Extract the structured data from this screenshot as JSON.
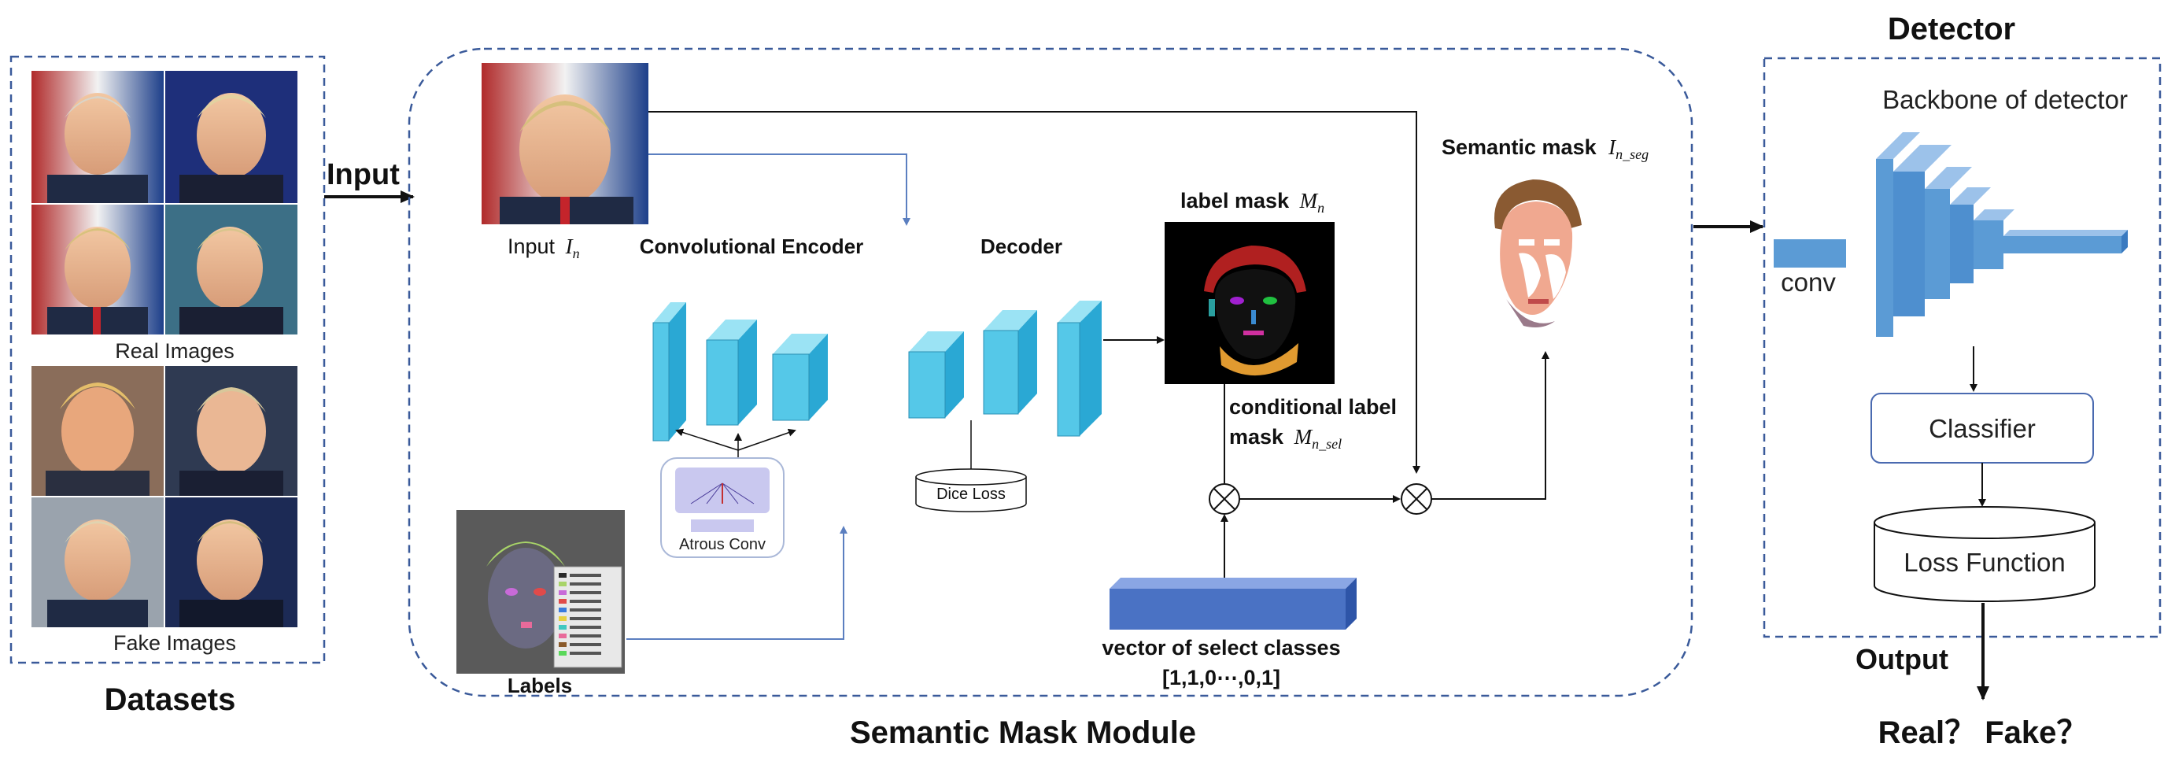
{
  "datasets": {
    "title": "Datasets",
    "real_caption": "Real Images",
    "fake_caption": "Fake Images"
  },
  "input_arrow_label": "Input",
  "module": {
    "title": "Semantic Mask Module",
    "input_label": "Input",
    "input_symbol": "I",
    "input_sub": "n",
    "encoder_label": "Convolutional Encoder",
    "atrous_label": "Atrous Conv",
    "decoder_label": "Decoder",
    "dice_label": "Dice Loss",
    "label_mask_text": "label mask",
    "label_mask_symbol": "M",
    "label_mask_sub": "n",
    "cond_line1": "conditional label",
    "cond_line2": "mask",
    "cond_symbol": "M",
    "cond_sub": "n_sel",
    "semantic_text": "Semantic mask",
    "semantic_symbol": "I",
    "semantic_sub": "n_seg",
    "labels_caption": "Labels",
    "vector_label": "vector of select classes",
    "vector_value": "[1,1,0⋯,0,1]"
  },
  "detector": {
    "title": "Detector",
    "backbone_label": "Backbone of detector",
    "conv_label": "conv",
    "classifier_label": "Classifier",
    "loss_label": "Loss Function",
    "output_label": "Output",
    "result_label": "Real？ Fake？"
  },
  "colors": {
    "dashed_border": "#3a5a9a",
    "connector_blue": "#5b7fc0",
    "cyan_block": "#55c8e8",
    "detector_block": "#5b9bd5",
    "vector_bar": "#4a72c4"
  }
}
